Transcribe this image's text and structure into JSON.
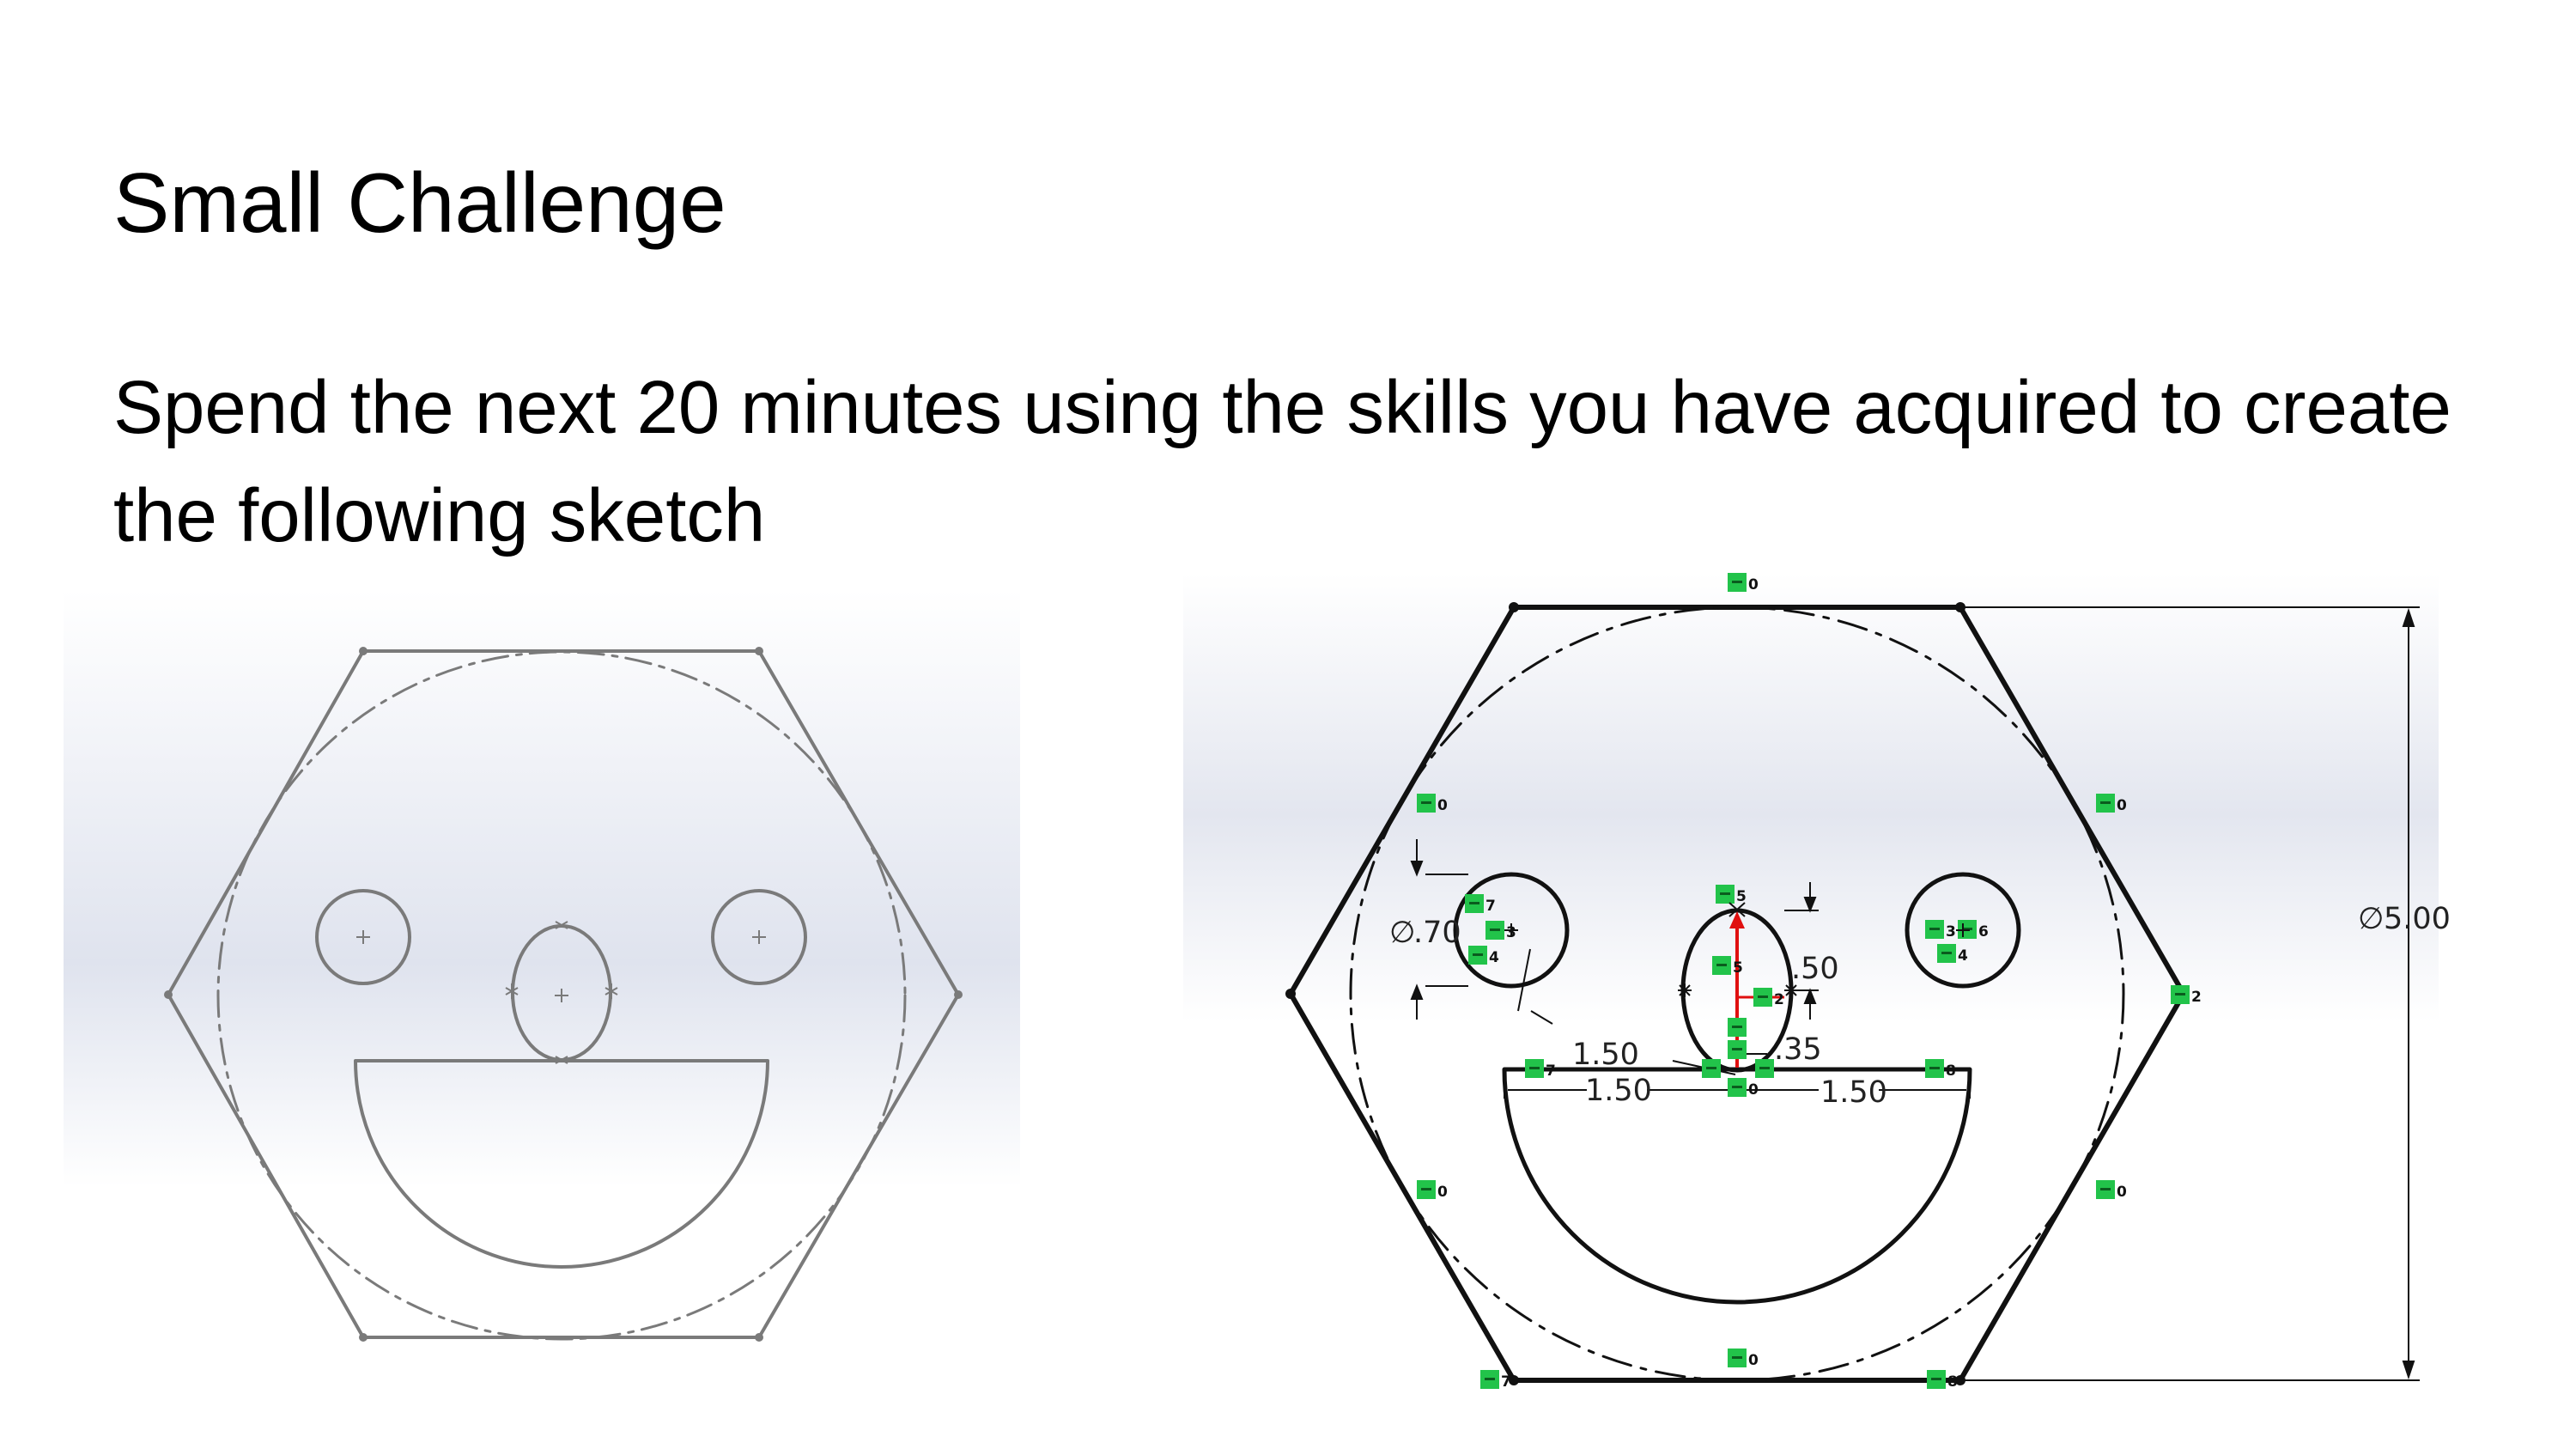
{
  "slide": {
    "title": "Small Challenge",
    "body": "Spend the next 20 minutes using the skills you have acquired to create the following sketch"
  },
  "dimensions": {
    "eye_diameter": ".70",
    "nose_height": ".50",
    "mouth_left_half": "1.50",
    "mouth_right_half": "1.50",
    "eye_offset": "1.50",
    "nose_gap": ".35",
    "outer_diameter": "5.00",
    "diameter_symbol": "∅"
  },
  "relations": [
    {
      "id": "r1",
      "label": "0"
    },
    {
      "id": "r2",
      "label": "0"
    },
    {
      "id": "r3",
      "label": "0"
    },
    {
      "id": "r4",
      "label": "0"
    },
    {
      "id": "r5",
      "label": "0"
    },
    {
      "id": "r6",
      "label": "0"
    },
    {
      "id": "r7",
      "label": "7"
    },
    {
      "id": "r8",
      "label": "3"
    },
    {
      "id": "r9",
      "label": "4"
    },
    {
      "id": "r10",
      "label": "5"
    },
    {
      "id": "r11",
      "label": "5"
    },
    {
      "id": "r12",
      "label": "2"
    },
    {
      "id": "r13",
      "label": "3"
    },
    {
      "id": "r14",
      "label": "6"
    },
    {
      "id": "r15",
      "label": "4"
    },
    {
      "id": "r16",
      "label": "2"
    },
    {
      "id": "r17",
      "label": "7"
    },
    {
      "id": "r18",
      "label": "8"
    },
    {
      "id": "r19",
      "label": "7"
    },
    {
      "id": "r20",
      "label": "8"
    },
    {
      "id": "r21",
      "label": "0"
    }
  ],
  "colors": {
    "relation_badge": "#22c34a",
    "sketch_line": "#111111",
    "reference_sketch_line": "#7a7a7a",
    "origin_arrow": "#e01010",
    "panel_gradient_top": "#e6e9f1",
    "panel_gradient_bottom": "#ffffff"
  }
}
